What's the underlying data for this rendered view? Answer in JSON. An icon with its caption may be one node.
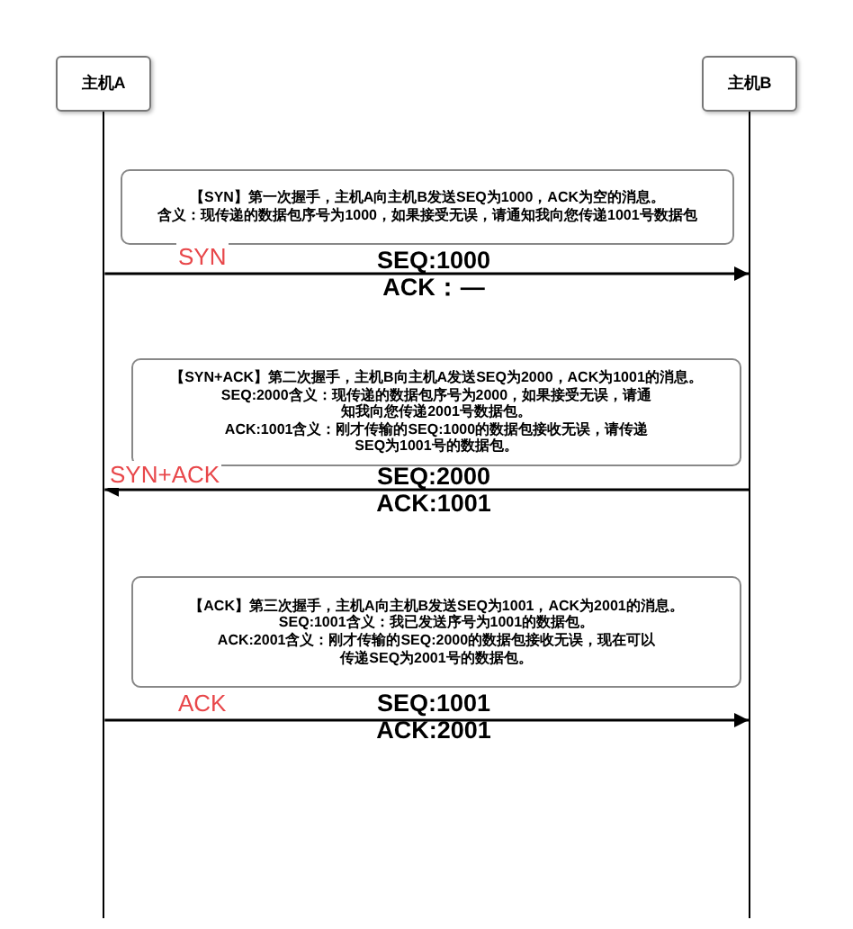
{
  "diagram": {
    "nodes": [
      {
        "text": [
          "主机A"
        ]
      },
      {
        "text": [
          "主机B"
        ]
      },
      {
        "text": [],
        "shape": "bar"
      },
      {
        "text": [],
        "shape": "bar"
      },
      {
        "text": [
          "【SYN】第一次握手，主机A向主机B发送SEQ为1000，ACK为空的消息。",
          "含义：现传递的数据包序号为1000，如果接受无误，请通知我向您传递1001号数据包"
        ]
      },
      {
        "text": [
          "【SYN+ACK】第二次握手，主机B向主机A发送SEQ为2000，ACK为1001的消息。",
          "SEQ:2000含义：现传递的数据包序号为2000，如果接受无误，请通知我向您传递2001号数据包。",
          "ACK:1001含义：刚才传输的SEQ:1000的数据包接收无误，请传递SEQ为1001号的数据包。"
        ]
      },
      {
        "text": [
          "【ACK】第三次握手，主机A向主机B发送SEQ为1001，ACK为2001的消息。",
          "SEQ:1001含义：我已发送序号为1001的数据包。",
          "ACK:2001含义：刚才传输的SEQ:2000的数据包接收无误，现在可以传递SEQ为2001号的数据包。"
        ]
      }
    ],
    "edges": [
      {
        "from": 2,
        "to": 3,
        "arrow": "to",
        "label": "SYN"
      },
      {
        "from": 3,
        "to": 2,
        "arrow": "to",
        "label": "SYN+ACK"
      },
      {
        "from": 2,
        "to": 3,
        "arrow": "to",
        "label": "ACK"
      }
    ],
    "labels": [
      "SEQ:1000",
      "ACK：—",
      "SEQ:2000",
      "ACK:1001",
      "SEQ:1001",
      "ACK:2001"
    ]
  }
}
